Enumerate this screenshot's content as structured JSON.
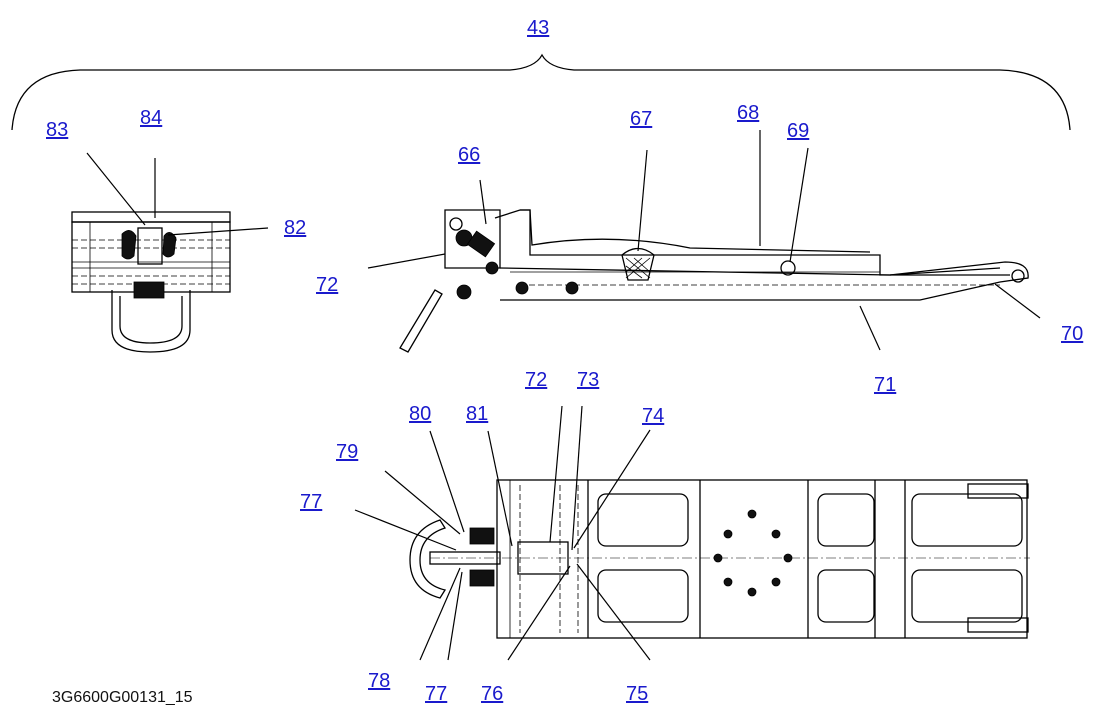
{
  "drawing_id": "3G6600G00131_15",
  "assembly_callout": "43",
  "callouts": {
    "c43": "43",
    "c83": "83",
    "c84": "84",
    "c82": "82",
    "c66": "66",
    "c72a": "72",
    "c67": "67",
    "c68": "68",
    "c69": "69",
    "c70": "70",
    "c71": "71",
    "c72b": "72",
    "c73": "73",
    "c74": "74",
    "c80": "80",
    "c81": "81",
    "c79": "79",
    "c77a": "77",
    "c78": "78",
    "c77b": "77",
    "c76": "76",
    "c75": "75"
  },
  "colors": {
    "link": "#1a1acc",
    "line": "#000000"
  }
}
